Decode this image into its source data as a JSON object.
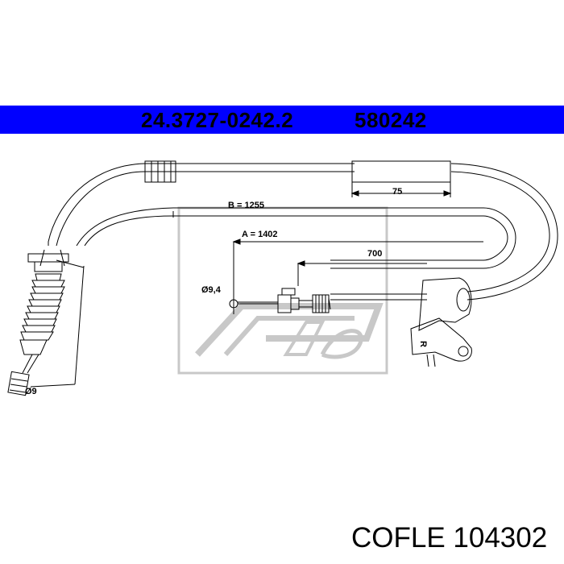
{
  "header": {
    "part_number": "24.3727-0242.2",
    "ref_number": "580242",
    "background": "#0000ff"
  },
  "dimensions": {
    "b": "B = 1255",
    "a": "A = 1402",
    "d75": "75",
    "d700": "700",
    "dia94": "Ø9,4",
    "dia9": "Ø9",
    "side": "R"
  },
  "footer": {
    "text": "COFLE 104302"
  },
  "icons": [
    "ate-logo-watermark",
    "cable-drawing"
  ]
}
